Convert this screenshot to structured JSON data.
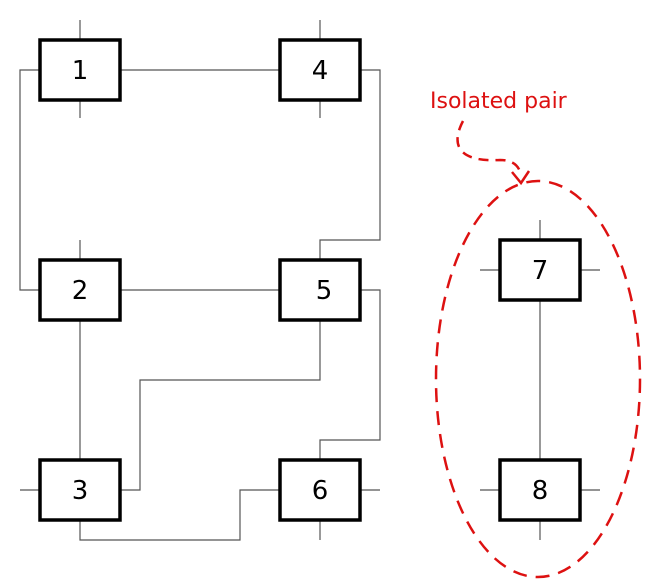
{
  "nodes": [
    {
      "id": "1",
      "label": "1"
    },
    {
      "id": "2",
      "label": "2"
    },
    {
      "id": "3",
      "label": "3"
    },
    {
      "id": "4",
      "label": "4"
    },
    {
      "id": "5",
      "label": "5"
    },
    {
      "id": "6",
      "label": "6"
    },
    {
      "id": "7",
      "label": "7"
    },
    {
      "id": "8",
      "label": "8"
    }
  ],
  "edges": [
    {
      "from": "1",
      "to": "4"
    },
    {
      "from": "1",
      "to": "2"
    },
    {
      "from": "4",
      "to": "5"
    },
    {
      "from": "2",
      "to": "5"
    },
    {
      "from": "2",
      "to": "3"
    },
    {
      "from": "3",
      "to": "5"
    },
    {
      "from": "5",
      "to": "6"
    },
    {
      "from": "3",
      "to": "6"
    },
    {
      "from": "7",
      "to": "8"
    }
  ],
  "annotation": {
    "text": "Isolated pair",
    "color": "#dd1111",
    "encloses": [
      "7",
      "8"
    ]
  },
  "colors": {
    "node_border": "#000000",
    "edge": "#555555",
    "annotation": "#dd1111"
  }
}
